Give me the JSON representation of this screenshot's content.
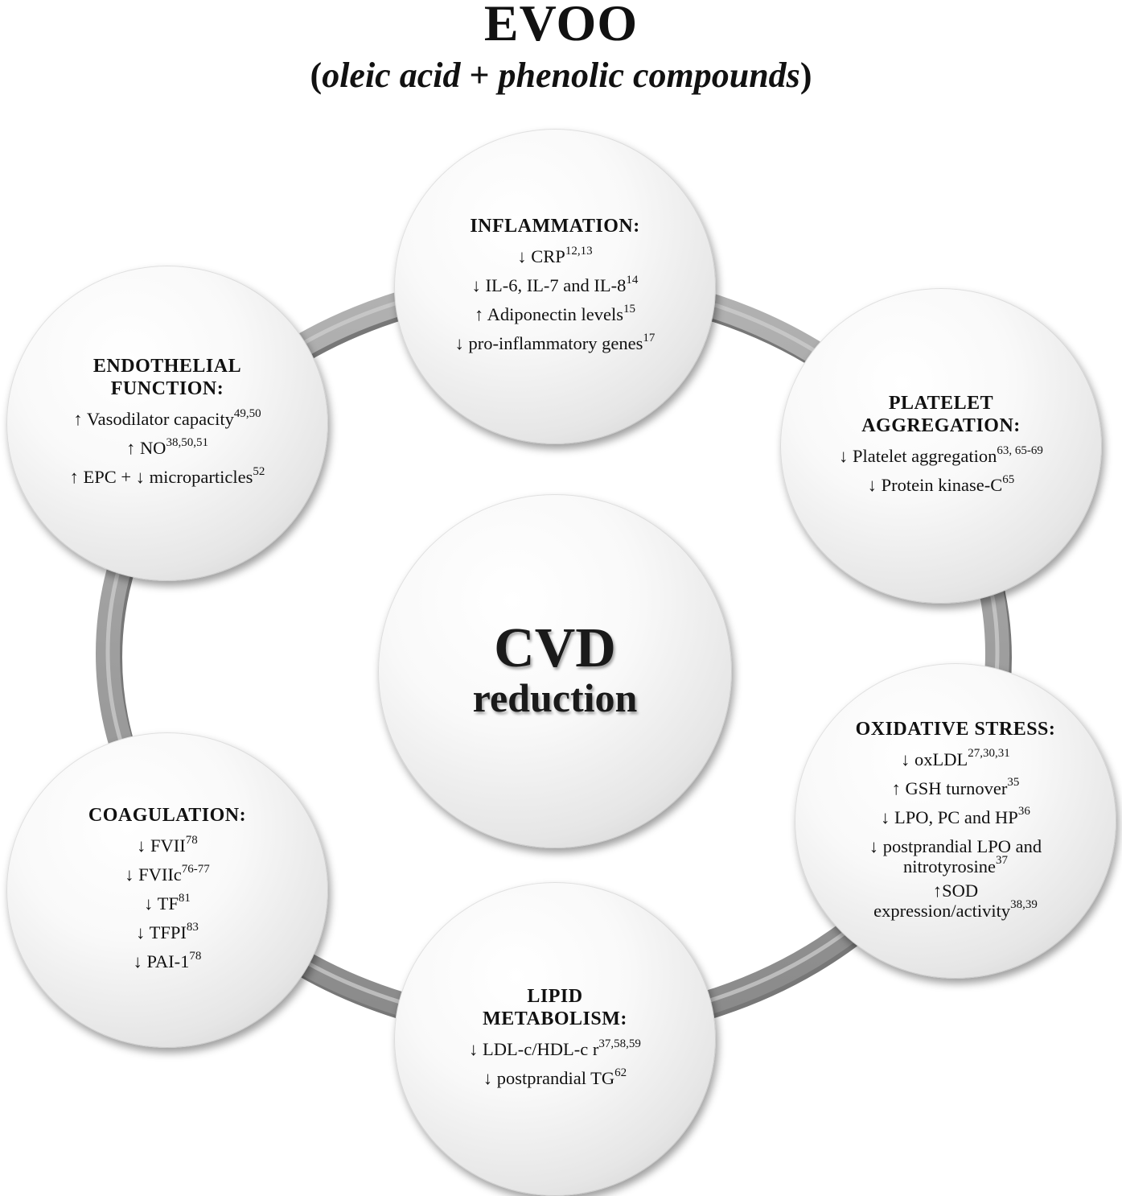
{
  "title": "EVOO",
  "subtitle": {
    "open": "(",
    "part1": "oleic acid",
    "plus": " + ",
    "part2": "phenolic compounds",
    "close": ")"
  },
  "center": {
    "line1": "CVD",
    "line2": "reduction"
  },
  "bubbles": {
    "inflammation": {
      "heading": [
        "INFLAMMATION:"
      ],
      "items": [
        {
          "text": "↓ CRP",
          "ref": "12,13"
        },
        {
          "text": "↓ IL-6, IL-7 and  IL-8",
          "ref": "14"
        },
        {
          "text": "↑ Adiponectin levels",
          "ref": "15"
        },
        {
          "text": "↓ pro-inflammatory genes",
          "ref": "17"
        }
      ]
    },
    "platelet": {
      "heading": [
        "PLATELET",
        "AGGREGATION:"
      ],
      "items": [
        {
          "text": "↓ Platelet aggregation",
          "ref": "63, 65-69"
        },
        {
          "text": "↓ Protein kinase-C",
          "ref": "65"
        }
      ]
    },
    "oxidative": {
      "heading": [
        "OXIDATIVE STRESS:"
      ],
      "items": [
        {
          "text": "↓ oxLDL",
          "ref": "27,30,31"
        },
        {
          "text": "↑ GSH turnover",
          "ref": "35"
        },
        {
          "text": "↓ LPO, PC and HP",
          "ref": "36"
        },
        {
          "text": "↓ postprandial  LPO and",
          "text2": "nitrotyrosine",
          "ref": "37"
        },
        {
          "text": "↑SOD",
          "text2": "expression/activity",
          "ref": "38,39"
        }
      ]
    },
    "lipid": {
      "heading": [
        "LIPID",
        "METABOLISM:"
      ],
      "items": [
        {
          "text": "↓ LDL-c/HDL-c r",
          "ref": "37,58,59"
        },
        {
          "text": "↓ postprandial TG",
          "ref": "62"
        }
      ]
    },
    "coagulation": {
      "heading": [
        "COAGULATION:"
      ],
      "items": [
        {
          "text": "↓ FVII",
          "ref": "78"
        },
        {
          "text": "↓ FVIIc",
          "ref": "76-77"
        },
        {
          "text": "↓ TF",
          "ref": "81"
        },
        {
          "text": "↓ TFPI",
          "ref": "83"
        },
        {
          "text": "↓ PAI-1",
          "ref": "78"
        }
      ]
    },
    "endothelial": {
      "heading": [
        "ENDOTHELIAL",
        "FUNCTION:"
      ],
      "items": [
        {
          "text": "↑ Vasodilator capacity",
          "ref": "49,50"
        },
        {
          "text": "↑ NO",
          "ref": "38,50,51"
        },
        {
          "text": "↑ EPC + ↓ microparticles",
          "ref": "52"
        }
      ]
    }
  }
}
